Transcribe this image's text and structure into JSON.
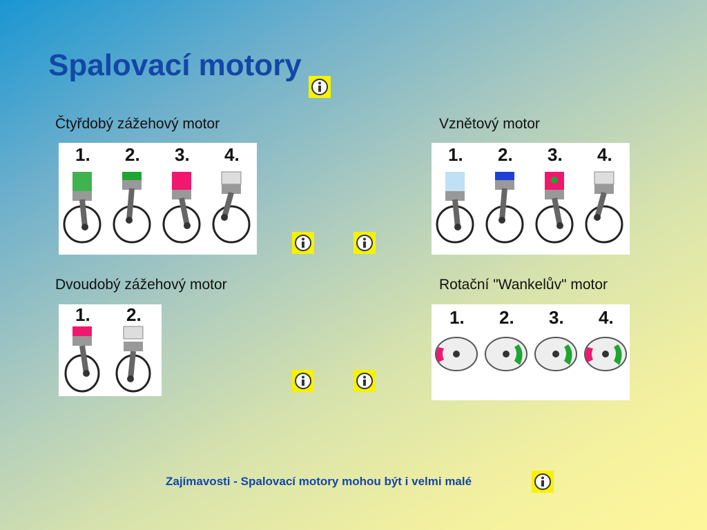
{
  "slide": {
    "title": "Spalovací motory",
    "sections": {
      "four_stroke": {
        "label": "Čtyřdobý zážehový motor",
        "steps": [
          "1.",
          "2.",
          "3.",
          "4."
        ]
      },
      "diesel": {
        "label": "Vznětový motor",
        "steps": [
          "1.",
          "2.",
          "3.",
          "4."
        ]
      },
      "two_stroke": {
        "label": "Dvoudobý zážehový motor",
        "steps": [
          "1.",
          "2."
        ]
      },
      "wankel": {
        "label": "Rotační \"Wankelův\" motor",
        "steps": [
          "1.",
          "2.",
          "3.",
          "4."
        ]
      }
    },
    "footer": "Zajímavosti - Spalovací motory mohou být i velmi malé",
    "icons": {
      "info": "info-icon"
    },
    "colors": {
      "title": "#1347a6",
      "info_bg": "#f6f200",
      "fuel_green": "#1fa531",
      "combustion_pink": "#f0186e",
      "diesel_blue": "#1c3fd6"
    }
  }
}
